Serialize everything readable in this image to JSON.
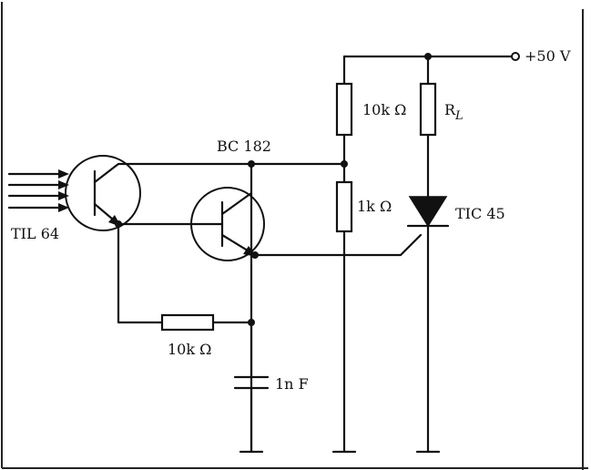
{
  "diagram": {
    "supply_label": "+50 V",
    "phototransistor_label": "TIL 64",
    "transistor_label": "BC 182",
    "thyristor_label": "TIC 45",
    "r_top_label": "10k Ω",
    "r_mid_label": "1k Ω",
    "r_feedback_label": "10k Ω",
    "r_load_label": "R",
    "r_load_sub": "L",
    "capacitor_label": "1n F"
  },
  "colors": {
    "line": "#111111",
    "background": "#ffffff"
  }
}
